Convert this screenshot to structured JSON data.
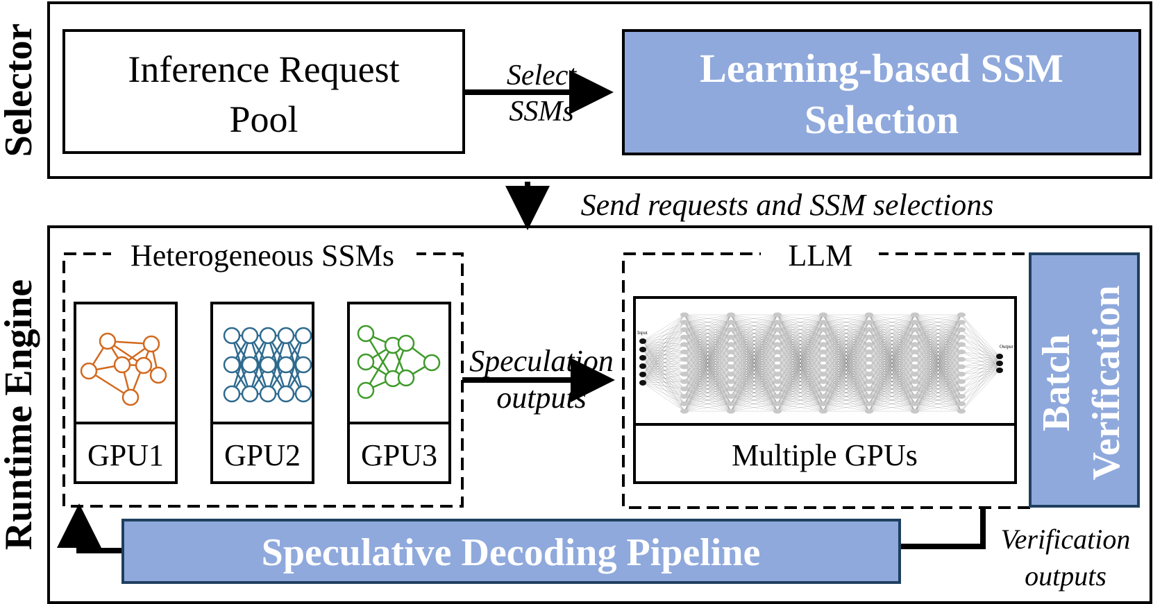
{
  "sections": {
    "selector_label": "Selector",
    "runtime_label": "Runtime Engine"
  },
  "selector": {
    "pool_line1": "Inference Request",
    "pool_line2": "Pool",
    "select_line1": "Select",
    "select_line2": "SSMs",
    "ssm_selection_line1": "Learning-based SSM",
    "ssm_selection_line2": "Selection"
  },
  "send_label": "Send requests and SSM selections",
  "runtime": {
    "ssms_title": "Heterogeneous SSMs",
    "gpus": [
      {
        "label": "GPU1",
        "icon": "network-icon-orange",
        "color": "#D2691E"
      },
      {
        "label": "GPU2",
        "icon": "network-icon-blue",
        "color": "#2E6A8E"
      },
      {
        "label": "GPU3",
        "icon": "network-icon-green",
        "color": "#3E9A2A"
      }
    ],
    "spec_line1": "Speculation",
    "spec_line2": "outputs",
    "llm_title": "LLM",
    "llm_gpus": "Multiple GPUs",
    "nn_input": "Input",
    "nn_output": "Output",
    "batch_line1": "Batch",
    "batch_line2": "Verification",
    "pipeline": "Speculative Decoding Pipeline",
    "verif_line1": "Verification",
    "verif_line2": "outputs"
  },
  "colors": {
    "accent_fill": "#8FA9DC",
    "border": "#000000",
    "pipeline_border": "#1F3F5F"
  }
}
